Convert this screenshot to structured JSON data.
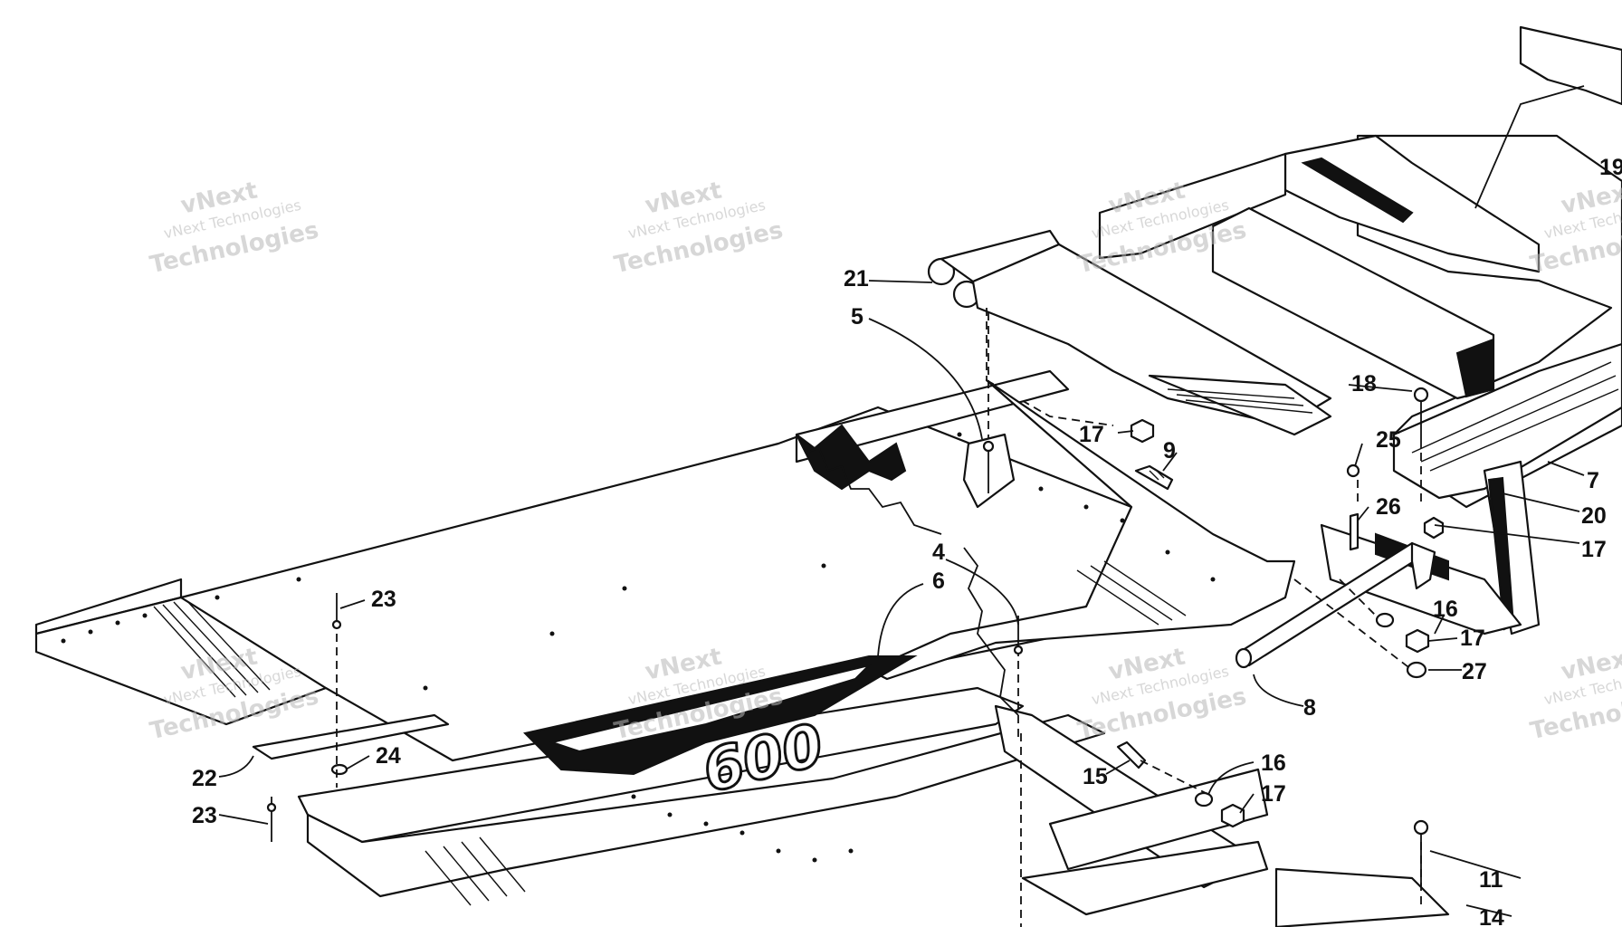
{
  "callouts": {
    "c4": "4",
    "c5": "5",
    "c6": "6",
    "c7": "7",
    "c8": "8",
    "c9": "9",
    "c11": "11",
    "c14": "14",
    "c15": "15",
    "c16a": "16",
    "c16b": "16",
    "c17a": "17",
    "c17b": "17",
    "c17c": "17",
    "c17d": "17",
    "c18": "18",
    "c19": "19",
    "c20": "20",
    "c21": "21",
    "c22": "22",
    "c23a": "23",
    "c23b": "23",
    "c24": "24",
    "c25": "25",
    "c26": "26",
    "c27": "27"
  },
  "decal": {
    "text": "600"
  },
  "watermark": {
    "line1": "vNext",
    "line2": "vNext Technologies",
    "line3": "Technologies"
  }
}
